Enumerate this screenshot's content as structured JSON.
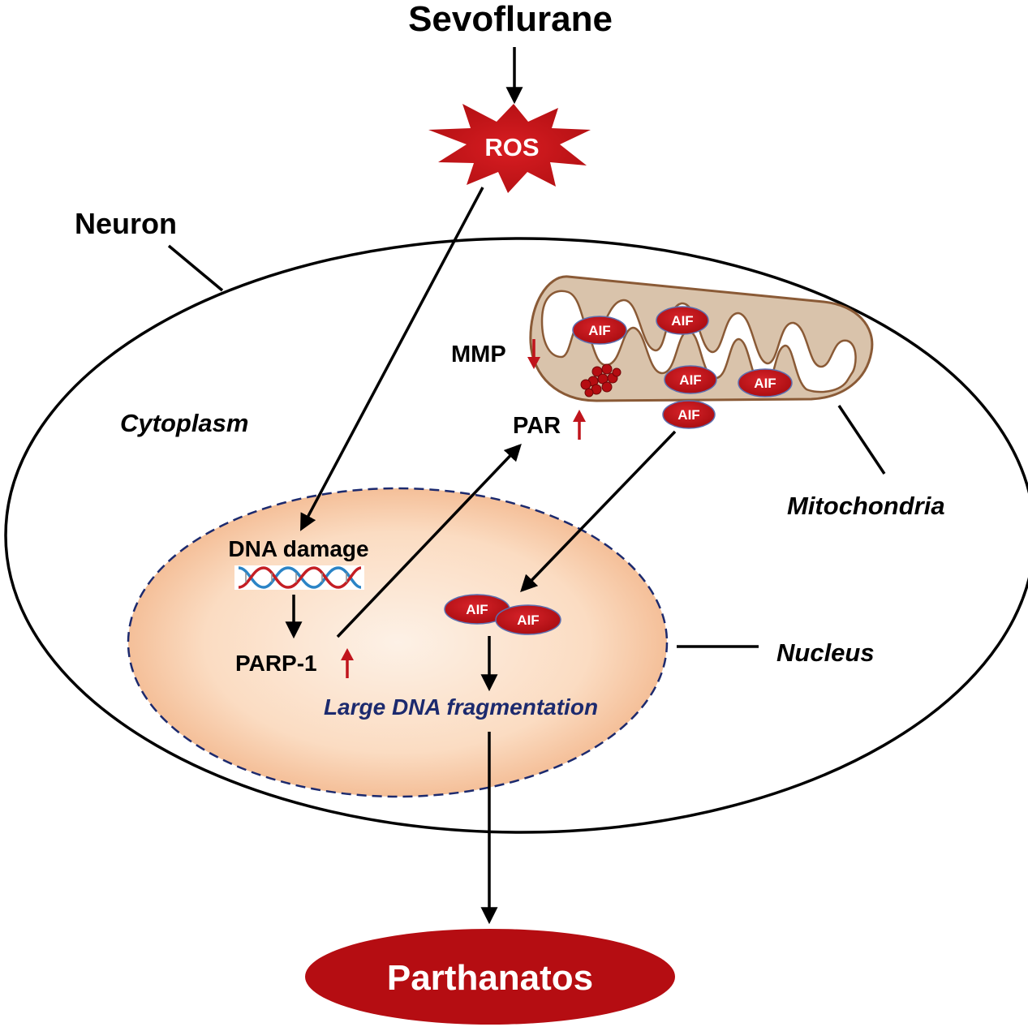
{
  "labels": {
    "sevoflurane": "Sevoflurane",
    "ros": "ROS",
    "neuron": "Neuron",
    "cytoplasm": "Cytoplasm",
    "mmp": "MMP",
    "par": "PAR",
    "mitochondria": "Mitochondria",
    "dna_damage": "DNA damage",
    "parp1": "PARP-1",
    "nucleus": "Nucleus",
    "fragmentation": "Large DNA fragmentation",
    "parthanatos": "Parthanatos",
    "aif": "AIF"
  },
  "colors": {
    "dark_red": "#b50d12",
    "up_down_arrow": "#c0141c",
    "navy": "#1c2a6e",
    "nucleus_fill": "#f6c39c",
    "mito_fill": "#d9c3ab",
    "mito_stroke": "#8a5a36"
  }
}
